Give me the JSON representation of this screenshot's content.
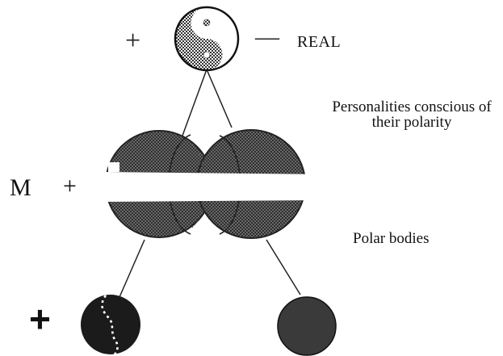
{
  "top": {
    "plus_sign": "+",
    "minus_sign": "—",
    "real_label": "REAL"
  },
  "middle": {
    "personalities_label": "Personalities conscious of their polarity",
    "m_label": "M",
    "plus_sign": "+"
  },
  "lower": {
    "polar_label": "Polar bodies",
    "plus_sign": "+"
  },
  "colors": {
    "ink": "#111111",
    "fill": "#9c9c9c",
    "background": "#ffffff"
  }
}
